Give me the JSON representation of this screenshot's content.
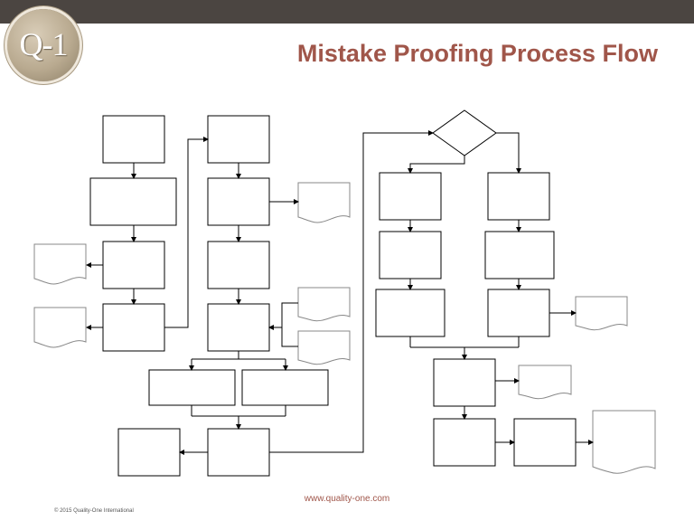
{
  "header": {
    "logo_text": "Q-1",
    "title": "Mistake Proofing Process Flow"
  },
  "footer": {
    "url": "www.quality-one.com",
    "copyright": "© 2015 Quality-One International"
  }
}
